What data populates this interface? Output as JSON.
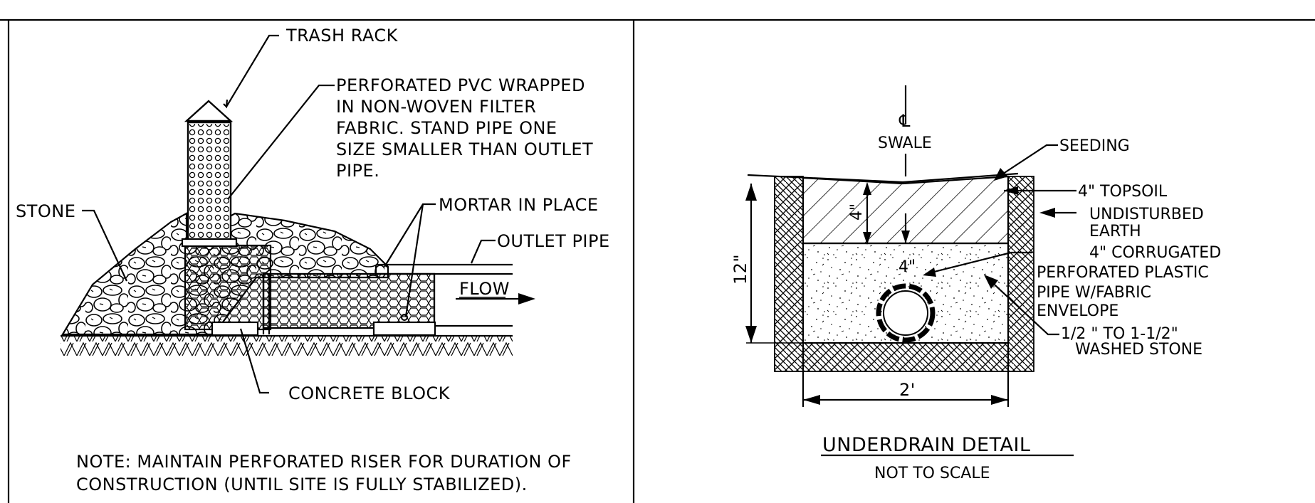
{
  "left_detail": {
    "trash_rack": "TRASH RACK",
    "perforated_pvc": [
      "PERFORATED PVC WRAPPED",
      "IN NON-WOVEN FILTER",
      "FABRIC.  STAND PIPE ONE",
      "SIZE SMALLER THAN OUTLET",
      "PIPE."
    ],
    "stone": "STONE",
    "mortar": "MORTAR IN PLACE",
    "outlet_pipe": "OUTLET PIPE",
    "flow": "FLOW",
    "concrete_block": "CONCRETE BLOCK",
    "note": [
      "NOTE: MAINTAIN PERFORATED RISER FOR DURATION OF",
      "CONSTRUCTION (UNTIL SITE IS FULLY STABILIZED)."
    ]
  },
  "right_detail": {
    "centerline": "℄",
    "swale": "SWALE",
    "seeding": "SEEDING",
    "topsoil": "4\" TOPSOIL",
    "undisturbed": [
      "UNDISTURBED",
      "EARTH"
    ],
    "corrugated": [
      "4\" CORRUGATED",
      "PERFORATED PLASTIC",
      "PIPE W/FABRIC",
      "ENVELOPE"
    ],
    "washed_stone": [
      "1/2 \" TO 1-1/2\"",
      "WASHED STONE"
    ],
    "dim_height": "12\"",
    "dim_topsoil": "4\"",
    "dim_pipe": "4\"",
    "dim_width": "2'",
    "title": "UNDERDRAIN   DETAIL",
    "subtitle": "NOT TO SCALE"
  }
}
